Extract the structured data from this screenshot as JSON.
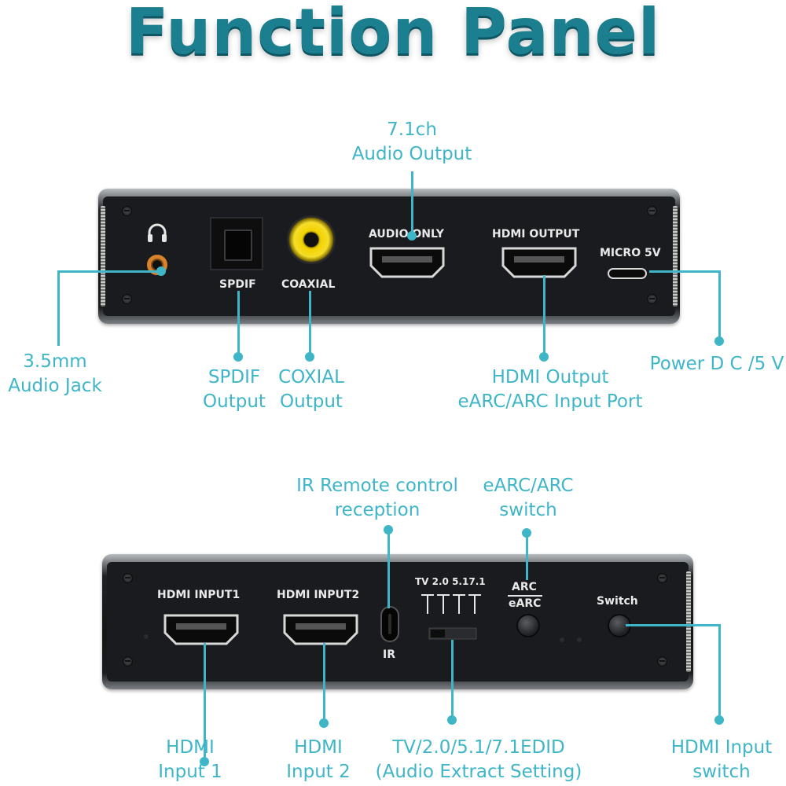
{
  "title": "Function Panel",
  "colors": {
    "title": "#1b7f8f",
    "callout": "#3fb6c8",
    "panel": "#1a1b1e",
    "coaxial_ring": "#f2d200",
    "jack_ring": "#d9822b"
  },
  "top_panel": {
    "labels": {
      "spdif": "SPDIF",
      "coaxial": "COAXIAL",
      "audio_only": "AUDIO ONLY",
      "hdmi_output": "HDMI OUTPUT",
      "micro_5v": "MICRO 5V"
    },
    "icons": [
      "headphone-icon"
    ]
  },
  "bottom_panel": {
    "labels": {
      "hdmi_input1": "HDMI INPUT1",
      "hdmi_input2": "HDMI INPUT2",
      "ir": "IR",
      "edid": "TV 2.0 5.17.1",
      "arc": "ARC",
      "earc": "eARC",
      "switch": "Switch"
    }
  },
  "callouts": {
    "audio_output_line1": "7.1ch",
    "audio_output_line2": "Audio Output",
    "jack_line1": "3.5mm",
    "jack_line2": "Audio Jack",
    "spdif_line1": "SPDIF",
    "spdif_line2": "Output",
    "coxial_line1": "COXIAL",
    "coxial_line2": "Output",
    "hdmi_out_line1": "HDMI Output",
    "hdmi_out_line2": "eARC/ARC Input Port",
    "power": "Power D C /5 V",
    "ir_line1": "IR Remote control",
    "ir_line2": "reception",
    "earc_line1": "eARC/ARC",
    "earc_line2": "switch",
    "in1_line1": "HDMI",
    "in1_line2": "Input 1",
    "in2_line1": "HDMI",
    "in2_line2": "Input 2",
    "edid_line1": "TV/2.0/5.1/7.1EDID",
    "edid_line2": "(Audio Extract Setting)",
    "sw_line1": "HDMI Input",
    "sw_line2": "switch"
  }
}
